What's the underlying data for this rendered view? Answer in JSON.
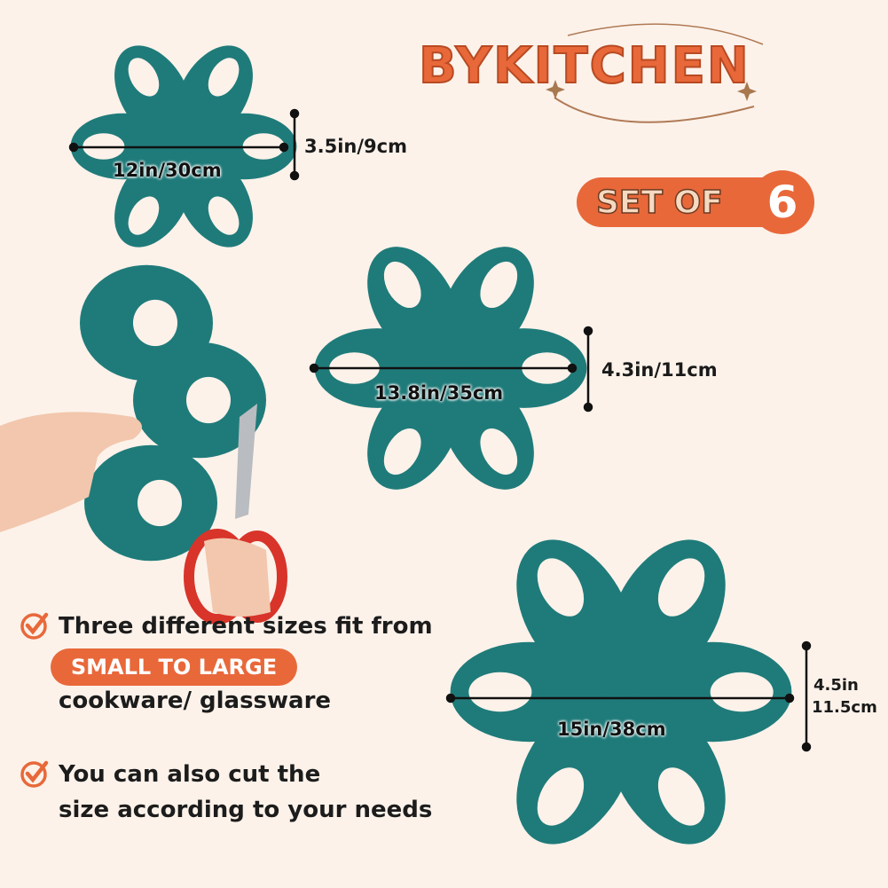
{
  "brand": {
    "logo_text": "BYKITCHEN"
  },
  "badge": {
    "label": "SET OF",
    "count": "6"
  },
  "sizes": [
    {
      "width": "12in/30cm",
      "height": "3.5in/9cm"
    },
    {
      "width": "13.8in/35cm",
      "height": "4.3in/11cm"
    },
    {
      "width": "15in/38cm",
      "height_in": "4.5in",
      "height_cm": "11.5cm"
    }
  ],
  "features": {
    "line1": "Three different sizes fit from",
    "highlight": "SMALL TO LARGE",
    "line2": "cookware/ glassware",
    "line3": "You can also cut the",
    "line4": "size according to your needs"
  },
  "colors": {
    "background": "#fcf2ea",
    "teal": "#1f7b7a",
    "orange": "#e8683a"
  }
}
